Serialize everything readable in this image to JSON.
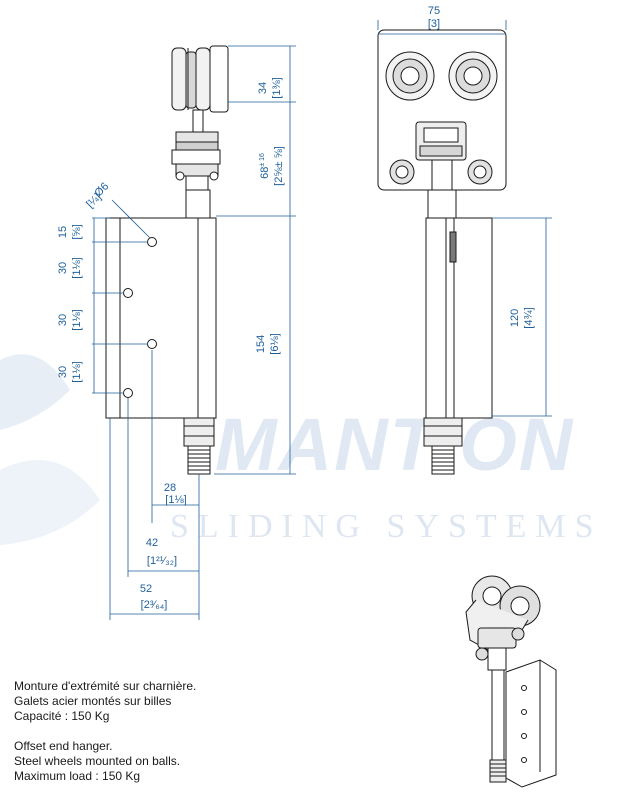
{
  "watermark": {
    "brand": "MANTION",
    "tagline": "SLIDING SYSTEMS",
    "color": "#c9d8ea"
  },
  "dimensions": {
    "d75": "75",
    "d75_in": "[3]",
    "d34": "34",
    "d34_in": "[1⅜]",
    "d68": "68",
    "d68_tol": "± 16",
    "d68_in": "[2⅝± ⅝]",
    "phi6": "Ø6",
    "phi6_in": "[¼]",
    "d15": "15",
    "d15_in": "[⅝]",
    "d30a": "30",
    "d30a_in": "[1⅛]",
    "d30b": "30",
    "d30b_in": "[1⅛]",
    "d30c": "30",
    "d30c_in": "[1⅛]",
    "d154": "154",
    "d154_in": "[6⅛]",
    "d120": "120",
    "d120_in": "[4¾]",
    "d28": "28",
    "d28_in": "[1⅛]",
    "d42": "42",
    "d42_in": "[1²¹⁄₃₂]",
    "d52": "52",
    "d52_in": "[2³⁄₆₄]"
  },
  "description_fr": {
    "line1": "Monture d'extrémité sur charnière.",
    "line2": "Galets acier montés sur billes",
    "line3": "Capacité : 150 Kg"
  },
  "description_en": {
    "line1": "Offset end hanger.",
    "line2": "Steel wheels mounted on balls.",
    "line3": "Maximum load : 150 Kg"
  },
  "colors": {
    "dimension": "#1f5f99",
    "drawing": "#1a1a1a"
  }
}
